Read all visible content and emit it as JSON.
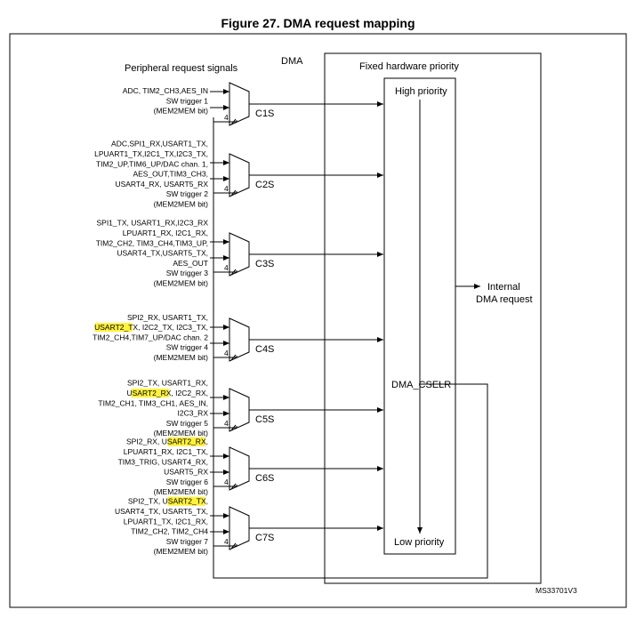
{
  "title": "Figure 27. DMA request mapping",
  "labels": {
    "peripheral": "Peripheral request signals",
    "dma": "DMA",
    "fixed_priority": "Fixed hardware priority",
    "high_priority": "High priority",
    "low_priority": "Low priority",
    "internal_1": "Internal",
    "internal_2": "DMA request",
    "cselr": "DMA_CSELR",
    "code": "MS33701V3",
    "bus_width": "4"
  },
  "channels": [
    {
      "name": "C1S",
      "signals": [
        "ADC, TIM2_CH3,AES_IN",
        "SW trigger 1",
        "(MEM2MEM bit)"
      ]
    },
    {
      "name": "C2S",
      "signals": [
        "ADC,SPI1_RX,USART1_TX,",
        "LPUART1_TX,I2C1_TX,I2C3_TX,",
        "TIM2_UP,TIM6_UP/DAC chan. 1,",
        "AES_OUT,TIM3_CH3,",
        "USART4_RX, USART5_RX",
        "SW trigger 2",
        "(MEM2MEM bit)"
      ]
    },
    {
      "name": "C3S",
      "signals": [
        "SPI1_TX, USART1_RX,I2C3_RX",
        "LPUART1_RX, I2C1_RX,",
        "TIM2_CH2, TIM3_CH4,TIM3_UP,",
        "USART4_TX,USART5_TX,",
        "AES_OUT",
        "SW trigger 3",
        "(MEM2MEM bit)"
      ]
    },
    {
      "name": "C4S",
      "signals": [
        "SPI2_RX, USART1_TX,",
        "USART2_TX, I2C2_TX, I2C3_TX,",
        "TIM2_CH4,TIM7_UP/DAC chan. 2",
        "SW trigger 4",
        "(MEM2MEM bit)"
      ]
    },
    {
      "name": "C5S",
      "signals": [
        "SPI2_TX, USART1_RX,",
        "USART2_RX, I2C2_RX,",
        "TIM2_CH1, TIM3_CH1, AES_IN,",
        "I2C3_RX",
        "SW trigger 5",
        "(MEM2MEM bit)"
      ]
    },
    {
      "name": "C6S",
      "signals": [
        "SPI2_RX, USART2_RX,",
        "LPUART1_RX, I2C1_TX,",
        "TIM3_TRIG, USART4_RX,",
        "USART5_RX",
        "SW trigger 6",
        "(MEM2MEM bit)"
      ]
    },
    {
      "name": "C7S",
      "signals": [
        "SPI2_TX, USART2_TX,",
        "USART4_TX, USART5_TX,",
        "LPUART1_TX, I2C1_RX,",
        "TIM2_CH2, TIM2_CH4",
        "SW trigger 7",
        "(MEM2MEM bit)"
      ]
    }
  ],
  "highlights": [
    "USART2_RX",
    "USART2_TX"
  ],
  "colors": {
    "highlight": "#fff23c",
    "line": "#000000"
  }
}
